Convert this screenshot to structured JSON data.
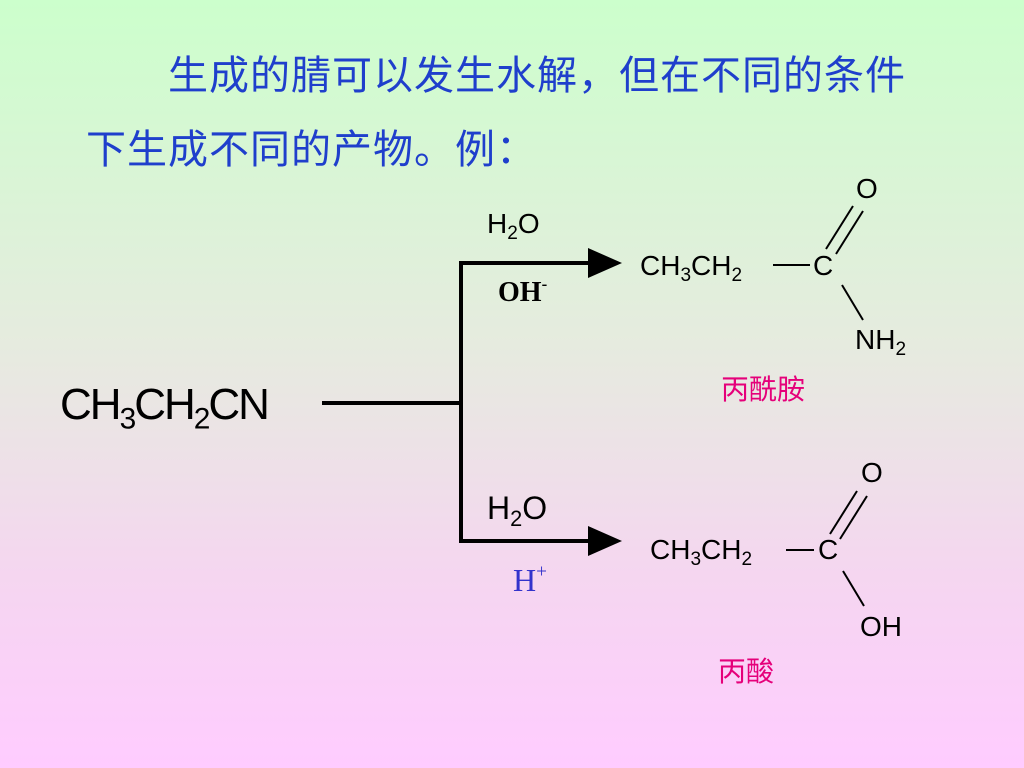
{
  "intro": {
    "line1": "生成的腈可以发生水解，但在不同的条件",
    "line2": "下生成不同的产物。例："
  },
  "reactant": {
    "p1": "CH",
    "s1": "3",
    "p2": "CH",
    "s2": "2",
    "p3": "CN"
  },
  "upper_reaction": {
    "reagent": {
      "p1": "H",
      "s1": "2",
      "p2": "O"
    },
    "catalyst": {
      "base": "OH",
      "sup": "-"
    },
    "product": {
      "chain": {
        "p1": "CH",
        "s1": "3",
        "p2": "CH",
        "s2": "2"
      },
      "carbon": "C",
      "oxygen": "O",
      "group": {
        "base": "NH",
        "sub": "2"
      },
      "name": "丙酰胺"
    }
  },
  "lower_reaction": {
    "reagent": {
      "p1": "H",
      "s1": "2",
      "p2": "O"
    },
    "catalyst": {
      "base": "H",
      "sup": "+"
    },
    "product": {
      "chain": {
        "p1": "CH",
        "s1": "3",
        "p2": "CH",
        "s2": "2"
      },
      "carbon": "C",
      "oxygen": "O",
      "group": "OH",
      "name": "丙酸"
    }
  },
  "colors": {
    "text_blue": "#1f3fcc",
    "name_magenta": "#e5007a",
    "catalyst_blue": "#3333cc",
    "background_top": "#ccffcc",
    "background_bottom": "#ffccff"
  }
}
